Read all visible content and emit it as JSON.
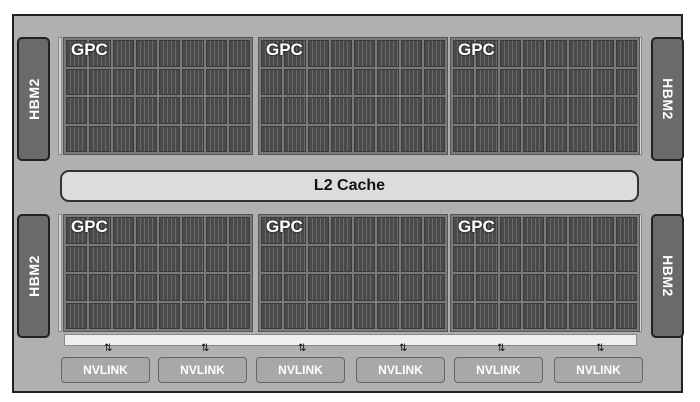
{
  "hbm": [
    "HBM2",
    "HBM2",
    "HBM2",
    "HBM2"
  ],
  "gpcs": [
    "GPC",
    "GPC",
    "GPC",
    "GPC",
    "GPC",
    "GPC"
  ],
  "l2_cache": "L2 Cache",
  "nvlinks": [
    "NVLINK",
    "NVLINK",
    "NVLINK",
    "NVLINK",
    "NVLINK",
    "NVLINK"
  ],
  "colors": {
    "die": "#b0b0b0",
    "memory": "#6a6a6a",
    "sm": "#4a4a4a",
    "cache": "#dcdcdc"
  }
}
